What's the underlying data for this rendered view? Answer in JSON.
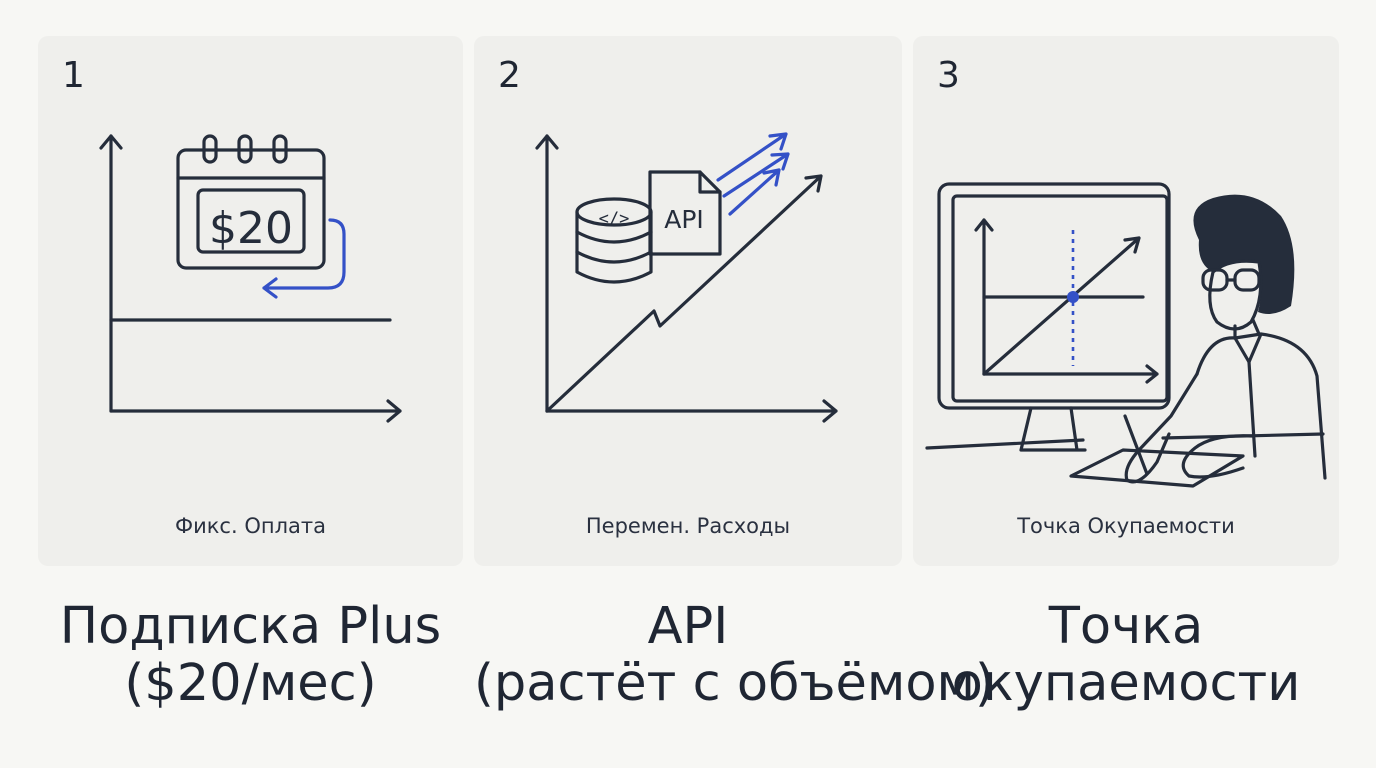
{
  "panels": [
    {
      "number": "1",
      "caption": "Фикс. Оплата",
      "icon_text": "$20"
    },
    {
      "number": "2",
      "caption": "Перемен. Расходы",
      "icon_text": "API",
      "code_text": "</>"
    },
    {
      "number": "3",
      "caption": "Точка Окупаемости"
    }
  ],
  "titles": [
    {
      "line1": "Подписка Plus",
      "line2": "($20/мес)"
    },
    {
      "line1": "API",
      "line2": "(растёт с объёмом)"
    },
    {
      "line1": "Точка",
      "line2": "окупаемости"
    }
  ],
  "colors": {
    "ink": "#252d3b",
    "accent": "#3451c7",
    "panel": "#efefec",
    "background": "#f7f7f4"
  }
}
